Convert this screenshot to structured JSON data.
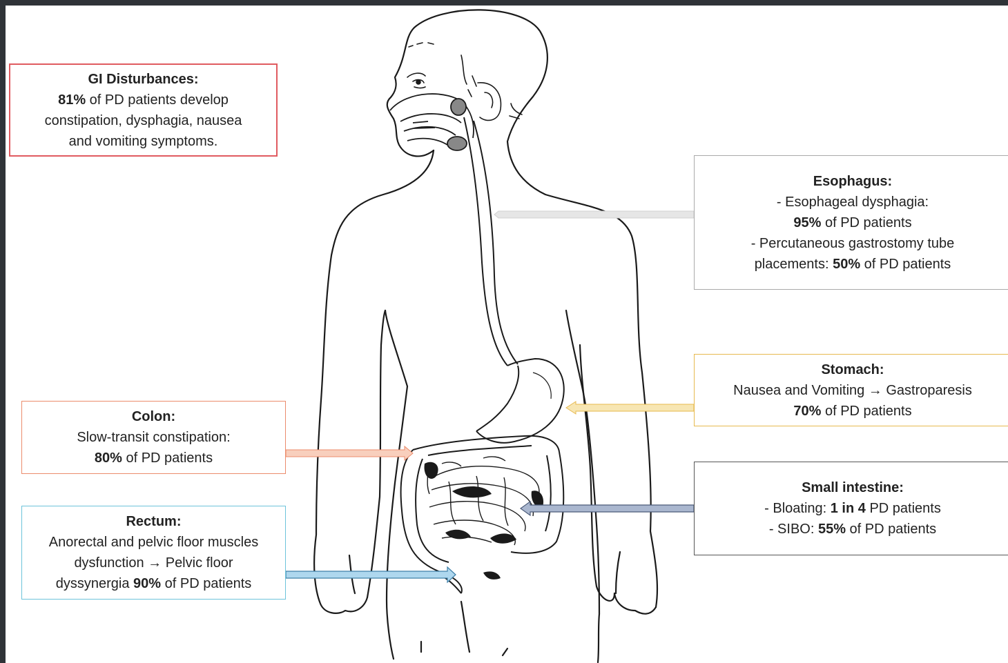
{
  "colors": {
    "gi": "#e05a5f",
    "esophagus": "#a9a9a9",
    "stomach": "#e7b94e",
    "colon": "#eb8b6b",
    "small_intestine": "#555555",
    "rectum": "#6cc3da",
    "arrow_esophagus": "#e6e6e6",
    "arrow_stomach": "#f7e6b3",
    "arrow_colon": "#f8cfbd",
    "arrow_small_intestine": "#aab7cf",
    "arrow_rectum": "#aed7ee"
  },
  "gi": {
    "title": "GI Disturbances:",
    "l1_bold": "81%",
    "l1_rest": " of PD patients develop",
    "l2": "constipation, dysphagia, nausea",
    "l3": "and vomiting symptoms."
  },
  "esophagus": {
    "title": "Esophagus:",
    "l1": "- Esophageal dysphagia:",
    "l2_bold": "95%",
    "l2_rest": " of PD patients",
    "l3": "- Percutaneous gastrostomy tube",
    "l4_pre": "placements: ",
    "l4_bold": "50%",
    "l4_rest": " of PD patients"
  },
  "stomach": {
    "title": "Stomach:",
    "l1": "Nausea and Vomiting → Gastroparesis",
    "l2_bold": "70%",
    "l2_rest": " of PD patients"
  },
  "colon": {
    "title": "Colon:",
    "l1": "Slow-transit constipation:",
    "l2_bold": "80%",
    "l2_rest": " of PD patients"
  },
  "small_intestine": {
    "title": "Small intestine:",
    "l1_pre": "- Bloating: ",
    "l1_bold": "1 in 4",
    "l1_rest": " PD patients",
    "l2_pre": "- SIBO: ",
    "l2_bold": "55%",
    "l2_rest": " of PD patients"
  },
  "rectum": {
    "title": "Rectum:",
    "l1": "Anorectal and pelvic floor muscles",
    "l2": "dysfunction → Pelvic floor",
    "l3_pre": "dyssynergia ",
    "l3_bold": "90%",
    "l3_rest": " of PD patients"
  }
}
